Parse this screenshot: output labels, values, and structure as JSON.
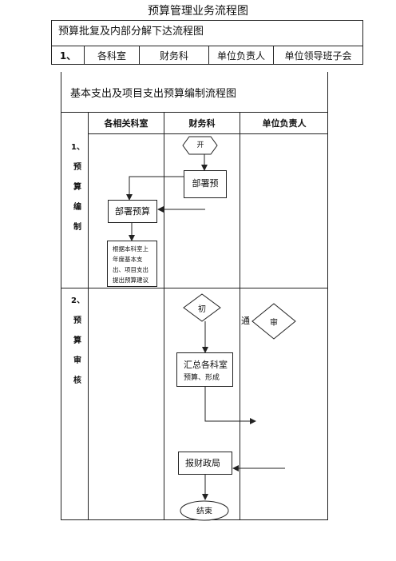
{
  "doc_title": "预算管理业务流程图",
  "section1": {
    "title": "预算批复及内部分解下达流程图",
    "row_label": "1、",
    "columns": [
      "各科室",
      "财务科",
      "单位负责人",
      "单位领导班子会"
    ]
  },
  "section2": {
    "title": "基本支出及项目支出预算编制流程图",
    "columns": [
      "各相关科室",
      "财务科",
      "单位负责人"
    ],
    "phase1": {
      "label": [
        "1、",
        "预",
        "算",
        "编",
        "制"
      ]
    },
    "phase2": {
      "label": [
        "2、",
        "预",
        "算",
        "审",
        "核"
      ]
    },
    "shapes": {
      "start_hex": "开",
      "deploy_box": "部署预",
      "dept_budget_box": "部署预算",
      "note_box": [
        "根据本科室上",
        "年度基本支",
        "出、项目支出",
        "提出预算建议"
      ],
      "initial_diamond": "初",
      "pass_label": "通",
      "review_diamond": "审",
      "summary_box": [
        "汇总各科室",
        "预算、形成"
      ],
      "report_box": "报财政局",
      "end_oval": "结束"
    }
  },
  "colors": {
    "line": "#222222",
    "background": "#ffffff"
  }
}
